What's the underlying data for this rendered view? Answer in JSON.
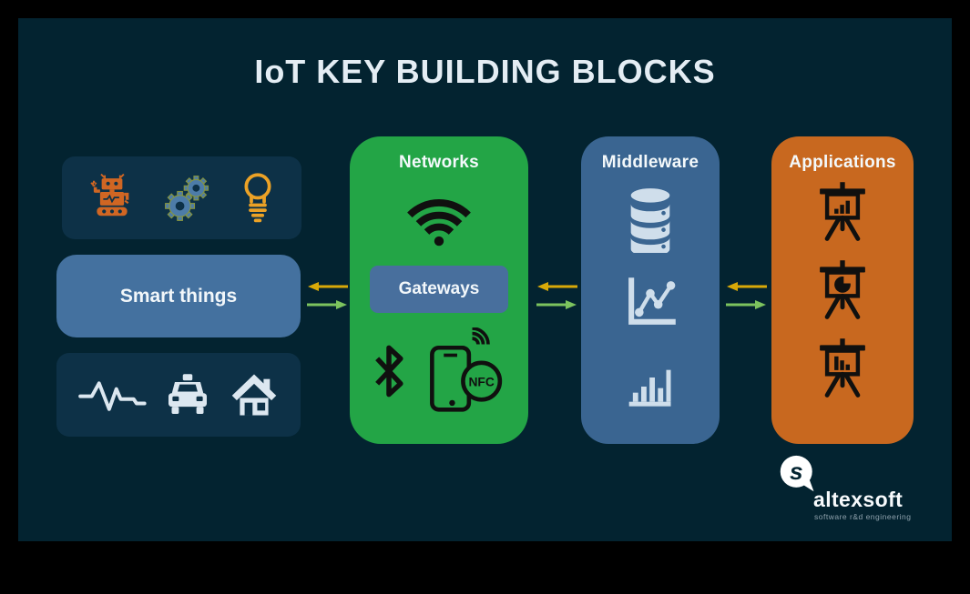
{
  "title": "IoT KEY BUILDING BLOCKS",
  "palette": {
    "background": "#032330",
    "dark_panel": "#0d3147",
    "steel_blue": "#44719f",
    "middleware_blue": "#3a6591",
    "networks_green": "#23a546",
    "applications_orange": "#c8681f",
    "arrow_yellow": "#d9a908",
    "arrow_green": "#7cc35e",
    "title_text": "#e4edf4"
  },
  "smart_things": {
    "label": "Smart things",
    "device_icons": [
      "robot-icon",
      "gears-icon",
      "lightbulb-icon"
    ],
    "example_icons": [
      "pulse-icon",
      "taxi-icon",
      "home-icon"
    ]
  },
  "networks": {
    "label": "Networks",
    "gateways_label": "Gateways",
    "nfc_badge": "NFC",
    "icons": [
      "wifi-icon",
      "bluetooth-icon",
      "nfc-phone-icon"
    ]
  },
  "middleware": {
    "label": "Middleware",
    "icons": [
      "database-icon",
      "line-chart-icon",
      "bar-chart-icon"
    ]
  },
  "applications": {
    "label": "Applications",
    "icons": [
      "presentation-bar-chart-icon",
      "presentation-pie-chart-icon",
      "presentation-column-chart-icon"
    ]
  },
  "flow_arrows": {
    "gaps": 3,
    "top_arrow": {
      "direction": "left",
      "color": "#d9a908"
    },
    "bottom_arrow": {
      "direction": "right",
      "color": "#7cc35e"
    }
  },
  "logo": {
    "brand": "altexsoft",
    "tagline": "software r&d engineering"
  }
}
